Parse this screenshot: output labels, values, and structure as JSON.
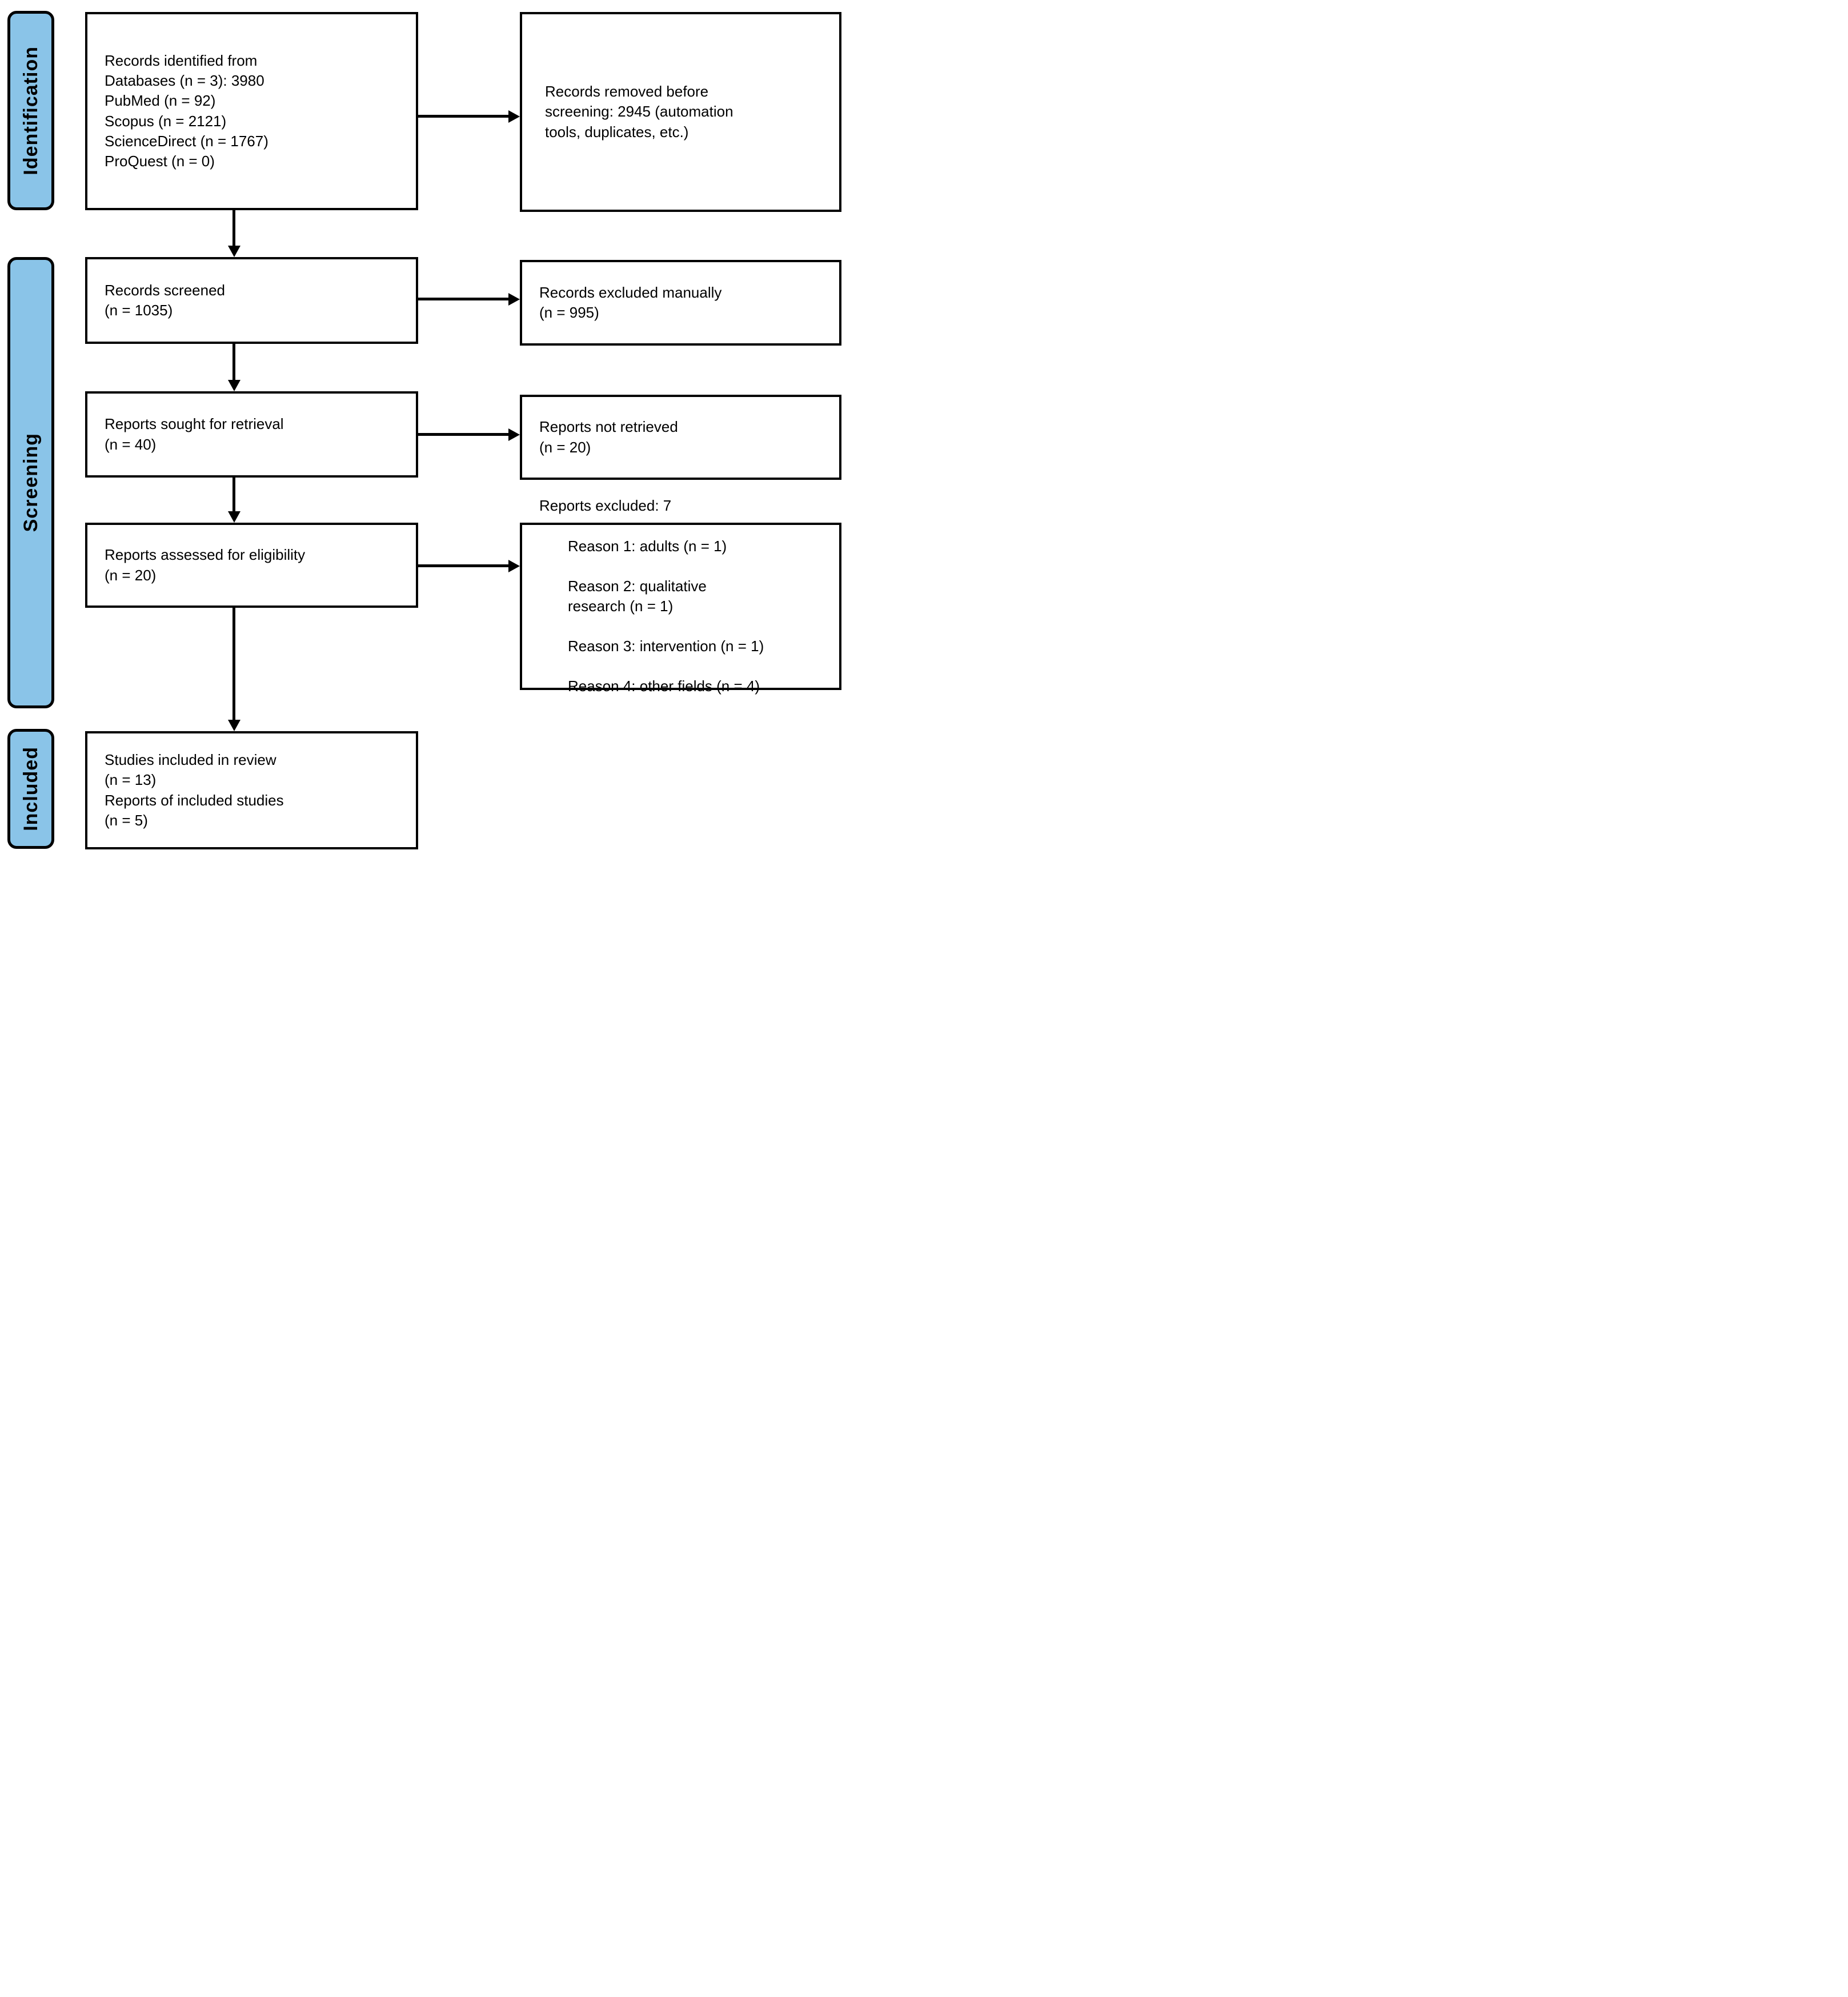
{
  "colors": {
    "stage_bar_fill": "#8AC4E8",
    "outline": "#000000",
    "background": "#FFFFFF"
  },
  "sidebar": {
    "labels": [
      {
        "id": "identification",
        "text": "Identification"
      },
      {
        "id": "screening",
        "text": "Screening"
      },
      {
        "id": "included",
        "text": "Included"
      }
    ]
  },
  "boxes": {
    "records_identified": "Records identified from\nDatabases (n = 3): 3980\nPubMed (n = 92)\nScopus (n = 2121)\nScienceDirect (n = 1767)\nProQuest (n = 0)",
    "records_removed": "Records removed before\nscreening: 2945 (automation\ntools, duplicates, etc.)",
    "records_screened": "Records screened\n(n = 1035)",
    "records_excluded_manually": "Records excluded manually\n(n = 995)",
    "reports_sought": "Reports sought for retrieval\n(n = 40)",
    "reports_not_retrieved": "Reports not retrieved\n(n = 20)",
    "reports_assessed": "Reports assessed for eligibility\n(n = 20)",
    "reports_excluded": {
      "header": "Reports excluded: 7",
      "reasons": [
        "Reason 1: adults (n = 1)",
        "Reason 2: qualitative\nresearch (n = 1)",
        "Reason 3: intervention (n = 1)",
        "Reason 4: other fields (n = 4)"
      ]
    },
    "studies_included": "Studies included in review\n(n = 13)\nReports of included studies\n(n = 5)"
  }
}
